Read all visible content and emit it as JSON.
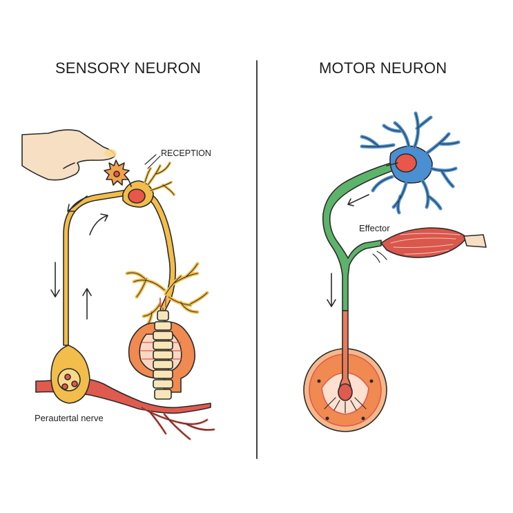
{
  "titles": {
    "sensory": "SENSORY NEURON",
    "motor": "MOTOR NEURON"
  },
  "labels": {
    "reception": "RECEPTION",
    "effector": "Effector",
    "nerve": "Perautertal nerve"
  },
  "colors": {
    "sensory_axon": "#f2bd4a",
    "cell_body": "#e8574a",
    "motor_axon": "#5cb46a",
    "motor_dendrite": "#4a8fd1",
    "muscle": "#d9574c",
    "skin": "#f6dfc2",
    "cord": "#f08a50",
    "nerve_red": "#e05a4f",
    "outline": "#2a2a2a"
  },
  "icons": [
    "hand-icon",
    "stimulus-burst-icon",
    "muscle-icon",
    "spinal-cord-icon",
    "vertebra-icon"
  ]
}
